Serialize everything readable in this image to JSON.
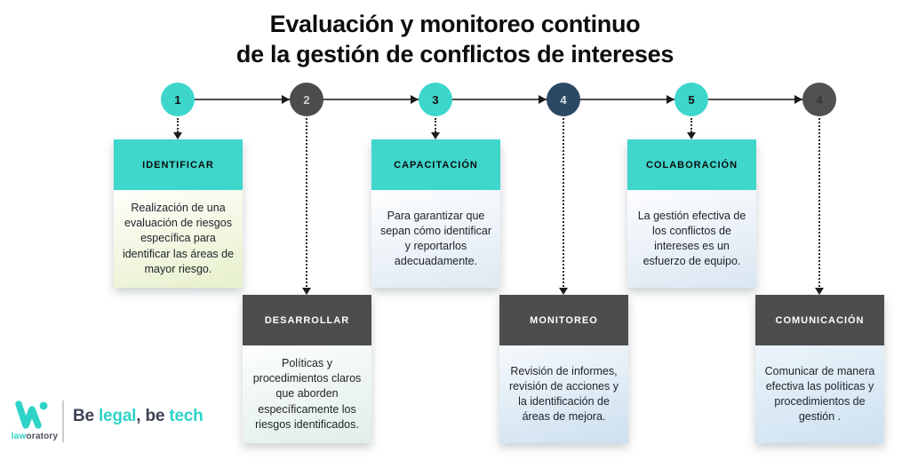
{
  "title": {
    "line1": "Evaluación y monitoreo continuo",
    "line2": "de la gestión de conflictos de intereses"
  },
  "colors": {
    "teal": "#3fd6cc",
    "dark_gray": "#4d4d4d",
    "navy": "#2c4963"
  },
  "steps": [
    {
      "number": "1",
      "label": "IDENTIFICAR",
      "body": "Realización de una evaluación de riesgos específica para identificar las áreas de mayor riesgo."
    },
    {
      "number": "2",
      "label": "DESARROLLAR",
      "body": "Políticas y procedimientos claros que aborden específicamente los riesgos identificados."
    },
    {
      "number": "3",
      "label": "CAPACITACIÓN",
      "body": "Para garantizar que sepan cómo identificar y reportarlos adecuadamente."
    },
    {
      "number": "4",
      "label": "MONITOREO",
      "body": "Revisión de informes, revisión de acciones  y la identificación de áreas de mejora."
    },
    {
      "number": "5",
      "label": "COLABORACIÓN",
      "body": "La gestión efectiva de los conflictos de intereses es un esfuerzo de equipo."
    },
    {
      "number": "4",
      "label": "COMUNICACIÓN",
      "body": "Comunicar de manera efectiva las políticas y procedimientos de gestión ."
    }
  ],
  "footer": {
    "logo": {
      "law": "law",
      "oratory": "oratory"
    },
    "tagline": {
      "be1": "Be ",
      "legal": "legal",
      "sep": ", ",
      "be2": "be ",
      "tech": "tech"
    }
  }
}
